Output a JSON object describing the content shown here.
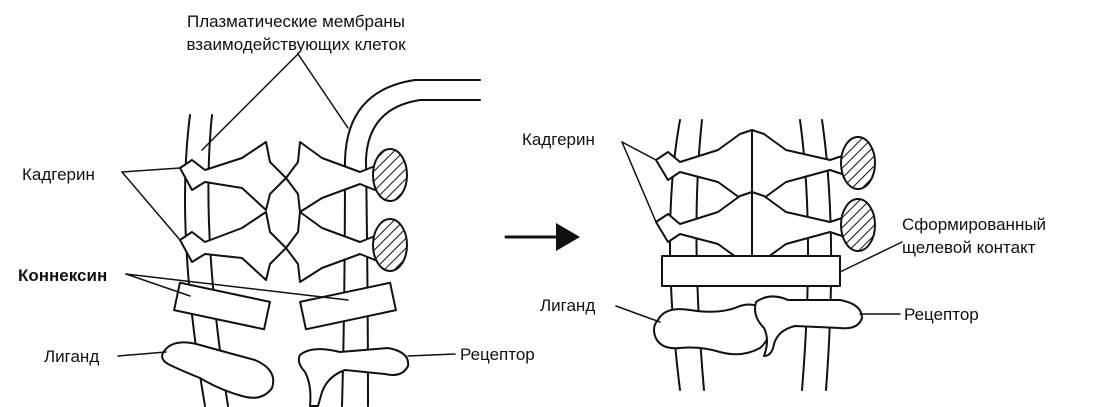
{
  "labels": {
    "membranes_line1": "Плазматические мембраны",
    "membranes_line2": "взаимодействующих клеток",
    "cadherin": "Кадгерин",
    "connexin": "Коннексин",
    "ligand": "Лиганд",
    "receptor": "Рецептор",
    "gap_junction_line1": "Сформированный",
    "gap_junction_line2": "щелевой контакт"
  }
}
